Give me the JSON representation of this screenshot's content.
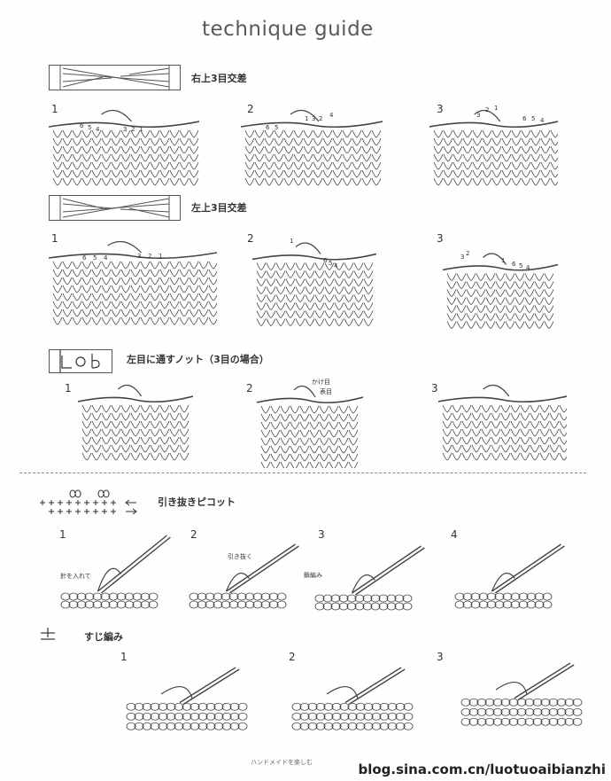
{
  "title": "technique guide",
  "sections": {
    "s1": {
      "label": "右上3目交差",
      "steps": [
        "1",
        "2",
        "3"
      ]
    },
    "s2": {
      "label": "左上3目交差",
      "steps": [
        "1",
        "2",
        "3"
      ]
    },
    "s3": {
      "label": "左目に通すノット（3目の場合）",
      "steps": [
        "1",
        "2",
        "3"
      ],
      "labels": [
        "かけ目",
        "表目"
      ]
    },
    "s4": {
      "label": "引き抜きピコット",
      "steps": [
        "1",
        "2",
        "3",
        "4"
      ],
      "labels": [
        "針を入れて",
        "引き抜く",
        "鎖編み"
      ]
    },
    "s5": {
      "label": "すじ編み",
      "steps": [
        "1",
        "2",
        "3"
      ]
    }
  },
  "stitch_numbers": {
    "s1a": [
      "6",
      "5",
      "4",
      "3",
      "2",
      "1"
    ],
    "s1b": [
      "6",
      "5",
      "4",
      "3",
      "2",
      "1"
    ],
    "s1c": [
      "3",
      "2",
      "1",
      "6",
      "5",
      "4"
    ],
    "s2a": [
      "6",
      "5",
      "4",
      "3",
      "2",
      "1"
    ],
    "s2b": [
      "1",
      "6",
      "5",
      "4"
    ],
    "s2c": [
      "3",
      "2",
      "1",
      "6",
      "5",
      "4"
    ]
  },
  "footer": {
    "jp": "ハンドメイドを楽しむ",
    "url": "blog.sina.com.cn/luotuoaibianzhi"
  }
}
